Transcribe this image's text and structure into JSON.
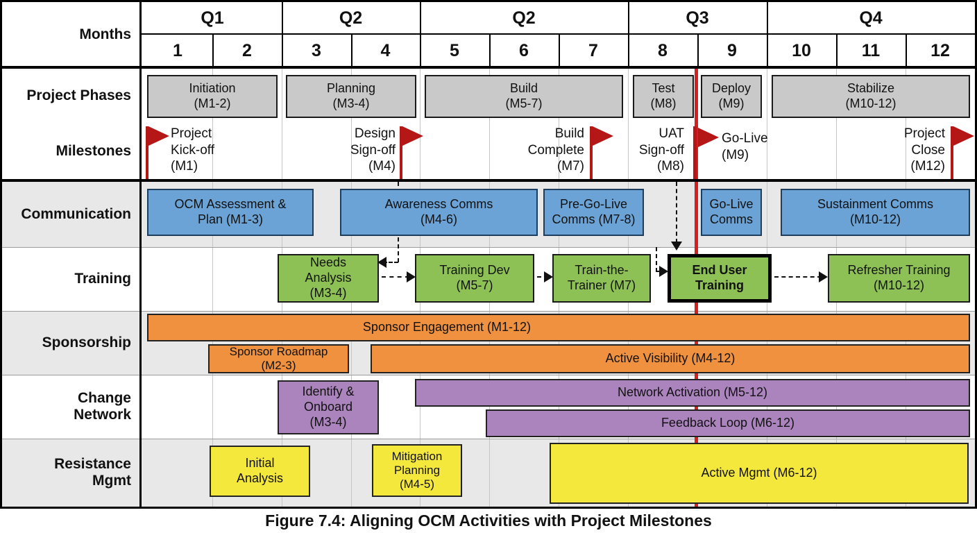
{
  "caption": "Figure 7.4: Aligning OCM Activities with Project Milestones",
  "header": {
    "months_label": "Months",
    "quarters": [
      "Q1",
      "Q2",
      "Q2",
      "Q3",
      "Q4"
    ],
    "months": [
      "1",
      "2",
      "3",
      "4",
      "5",
      "6",
      "7",
      "8",
      "9",
      "10",
      "11",
      "12"
    ]
  },
  "rows": {
    "phases": {
      "label": "Project Phases",
      "items": [
        {
          "label": "Initiation\n(M1-2)"
        },
        {
          "label": "Planning\n(M3-4)"
        },
        {
          "label": "Build\n(M5-7)"
        },
        {
          "label": "Test\n(M8)"
        },
        {
          "label": "Deploy\n(M9)"
        },
        {
          "label": "Stabilize\n(M10-12)"
        }
      ]
    },
    "milestones": {
      "label": "Milestones",
      "items": [
        {
          "label": "Project\nKick-off\n(M1)"
        },
        {
          "label": "Design\nSign-off\n(M4)"
        },
        {
          "label": "Build\nComplete\n(M7)"
        },
        {
          "label": "UAT\nSign-off\n(M8)"
        },
        {
          "label": "Go-Live\n(M9)"
        },
        {
          "label": "Project\nClose\n(M12)"
        }
      ]
    },
    "communication": {
      "label": "Communication",
      "items": [
        {
          "label": "OCM Assessment &\nPlan (M1-3)"
        },
        {
          "label": "Awareness Comms\n(M4-6)"
        },
        {
          "label": "Pre-Go-Live\nComms (M7-8)"
        },
        {
          "label": "Go-Live\nComms"
        },
        {
          "label": "Sustainment Comms\n(M10-12)"
        }
      ]
    },
    "training": {
      "label": "Training",
      "items": [
        {
          "label": "Needs\nAnalysis\n(M3-4)"
        },
        {
          "label": "Training Dev\n(M5-7)"
        },
        {
          "label": "Train-the-\nTrainer (M7)"
        },
        {
          "label": "End User\nTraining"
        },
        {
          "label": "Refresher Training\n(M10-12)"
        }
      ]
    },
    "sponsorship": {
      "label": "Sponsorship",
      "items": [
        {
          "label": "Sponsor Engagement (M1-12)"
        },
        {
          "label": "Sponsor Roadmap\n(M2-3)"
        },
        {
          "label": "Active Visibility (M4-12)"
        }
      ]
    },
    "change_network": {
      "label": "Change\nNetwork",
      "items": [
        {
          "label": "Identify &\nOnboard\n(M3-4)"
        },
        {
          "label": "Network Activation (M5-12)"
        },
        {
          "label": "Feedback Loop (M6-12)"
        }
      ]
    },
    "resistance": {
      "label": "Resistance\nMgmt",
      "items": [
        {
          "label": "Initial\nAnalysis"
        },
        {
          "label": "Mitigation\nPlanning\n(M4-5)"
        },
        {
          "label": "Active Mgmt (M6-12)"
        }
      ]
    }
  },
  "colors": {
    "phase_gray": "#c9c9c9",
    "communication_blue": "#6ba3d6",
    "training_green": "#8ec155",
    "sponsorship_orange": "#ef913e",
    "change_network_purple": "#ab84be",
    "resistance_yellow": "#f5e83d",
    "go_live_line_red": "#d32121",
    "milestone_flag_red": "#b51717",
    "row_shade_gray": "#e8e8e8"
  }
}
